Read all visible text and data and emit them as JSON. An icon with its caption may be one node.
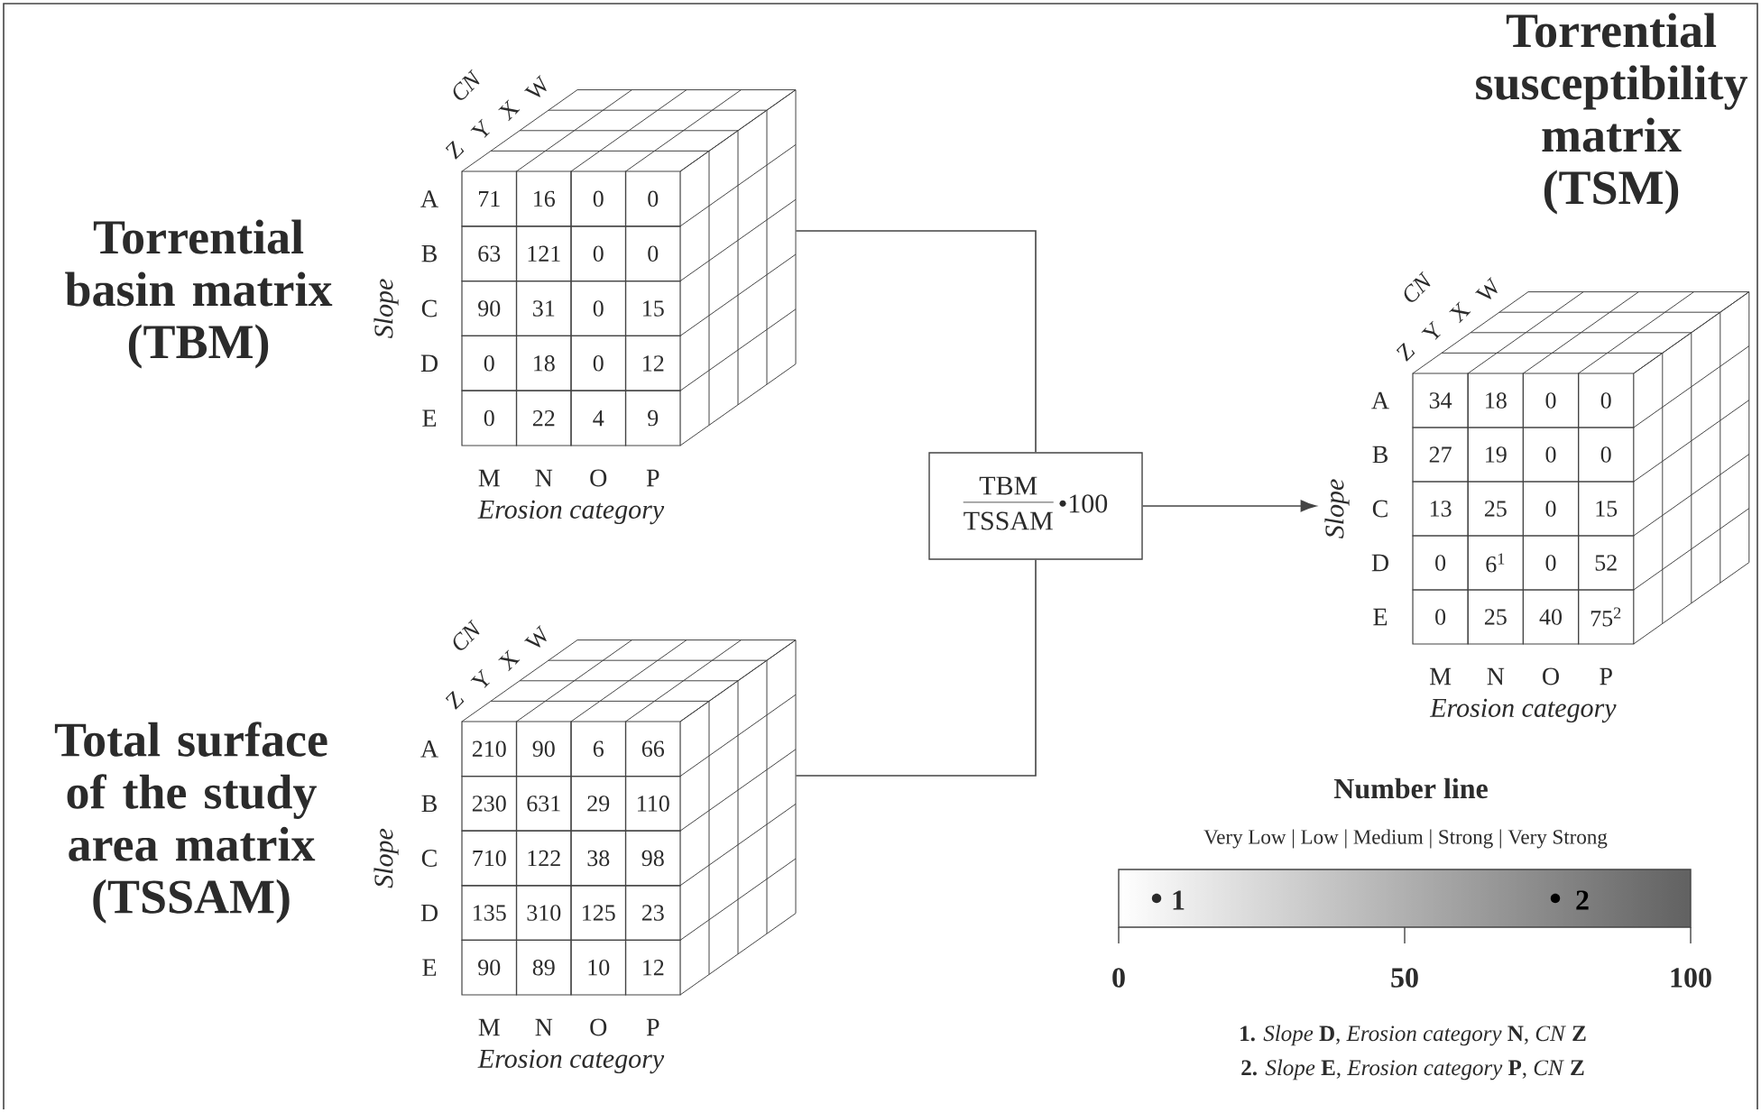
{
  "diagram": {
    "nodes": [
      {
        "text": [
          "Torrential basin matrix (TBM)"
        ]
      },
      {
        "text": [
          "Total surface of the study area matrix (TSSAM)"
        ]
      },
      {
        "text": [
          "TBM",
          "TSSAM",
          "•100"
        ]
      },
      {
        "text": [
          "Torrential susceptibility matrix (TSM)"
        ]
      }
    ],
    "edges": [
      {
        "from": 0,
        "to": 2,
        "arrow": "none"
      },
      {
        "from": 1,
        "to": 2,
        "arrow": "none"
      },
      {
        "from": 2,
        "to": 3,
        "arrow": "to"
      }
    ],
    "labels": [
      "CN",
      "Z",
      "Y",
      "X",
      "W",
      "Slope",
      "A",
      "71",
      "16",
      "0",
      "0",
      "B",
      "63",
      "121",
      "0",
      "0",
      "C",
      "90",
      "31",
      "0",
      "15",
      "D",
      "0",
      "18",
      "0",
      "12",
      "E",
      "0",
      "22",
      "4",
      "9",
      "M",
      "N",
      "O",
      "P",
      "Erosion category",
      "CN",
      "Z",
      "Y",
      "X",
      "W",
      "Slope",
      "A",
      "210",
      "90",
      "6",
      "66",
      "B",
      "230",
      "631",
      "29",
      "110",
      "C",
      "710",
      "122",
      "38",
      "98",
      "D",
      "135",
      "310",
      "125",
      "23",
      "E",
      "90",
      "89",
      "10",
      "12",
      "M",
      "N",
      "O",
      "P",
      "Erosion category",
      "CN",
      "Z",
      "Y",
      "X",
      "W",
      "Slope",
      "A",
      "34",
      "18",
      "0",
      "0",
      "B",
      "27",
      "19",
      "0",
      "0",
      "C",
      "13",
      "25",
      "0",
      "15",
      "D",
      "0",
      "6$^{1}$",
      "0",
      "52",
      "E",
      "0",
      "25",
      "40",
      "75$^{2}$",
      "M",
      "N",
      "O",
      "P",
      "Erosion category",
      "Number line",
      "Very Low | Low | Medium | Strong | Very Strong",
      "1",
      "2",
      "0",
      "50",
      "100",
      "**1.** *Slope* **D**, *Erosion category* **N**, *CN* **Z**",
      "**2.** *Slope* **E**, *Erosion category* **P**, *CN* **Z**"
    ]
  }
}
